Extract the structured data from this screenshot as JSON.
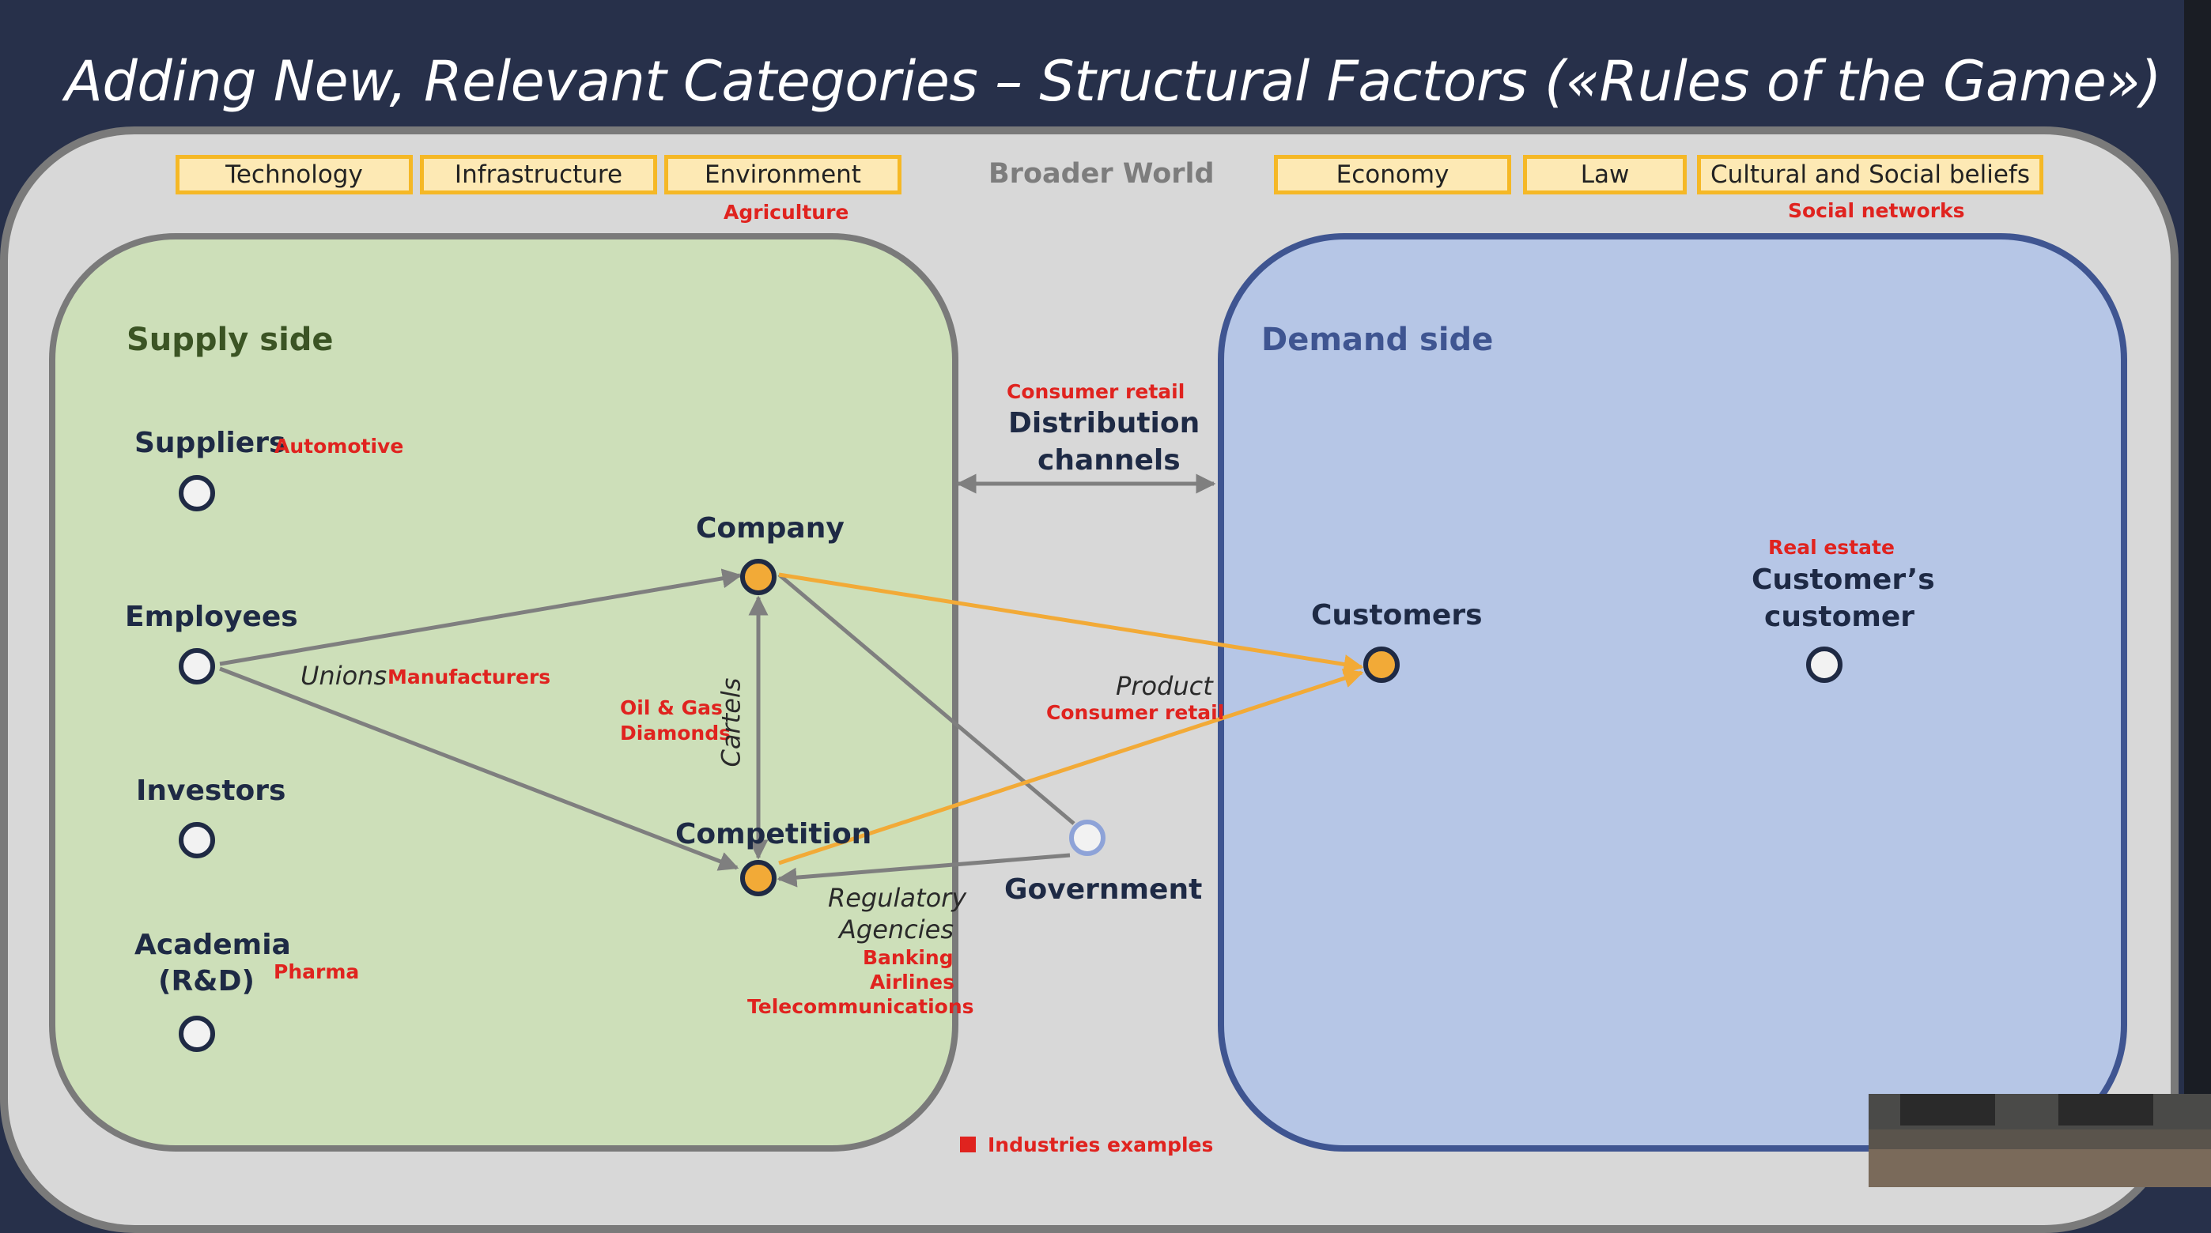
{
  "title": "Adding New, Relevant Categories – Structural Factors («Rules of the Game»)",
  "broader_world": "Broader World",
  "factors": {
    "technology": "Technology",
    "infrastructure": "Infrastructure",
    "environment": "Environment",
    "economy": "Economy",
    "law": "Law",
    "cultural": "Cultural and Social beliefs"
  },
  "supply_side": {
    "title": "Supply side",
    "suppliers": "Suppliers",
    "employees": "Employees",
    "investors": "Investors",
    "academia_line1": "Academia",
    "academia_line2": "(R&D)",
    "company": "Company",
    "competition": "Competition",
    "unions": "Unions",
    "cartels": "Cartels",
    "regulatory_line1": "Regulatory",
    "regulatory_line2": "Agencies"
  },
  "demand_side": {
    "title": "Demand side",
    "customers": "Customers",
    "customers_customer_line1": "Customer’s",
    "customers_customer_line2": "customer"
  },
  "middle": {
    "distribution_line1": "Distribution",
    "distribution_line2": "channels",
    "product": "Product",
    "government": "Government"
  },
  "industry_examples": {
    "agriculture": "Agriculture",
    "social_networks": "Social networks",
    "automotive": "Automotive",
    "manufacturers": "Manufacturers",
    "oil_gas": "Oil & Gas",
    "diamonds": "Diamonds",
    "pharma": "Pharma",
    "consumer_retail_top": "Consumer retail",
    "consumer_retail_product": "Consumer retail",
    "real_estate": "Real estate",
    "banking": "Banking",
    "airlines": "Airlines",
    "telecom": "Telecommunications"
  },
  "legend": "Industries examples",
  "colors": {
    "background": "#27304a",
    "world": "#d8d8d8",
    "supply": "#cddfb9",
    "demand": "#b6c6e6",
    "accent_orange": "#f2aa37",
    "example_red": "#e0231f",
    "arrow_gray": "#7f7f7f"
  }
}
